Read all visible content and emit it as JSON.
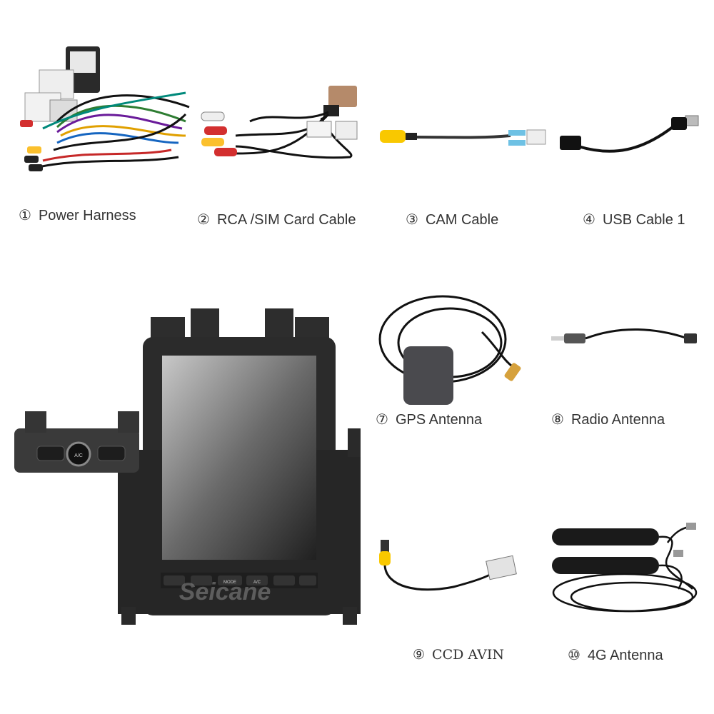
{
  "items": [
    {
      "num": "①",
      "label": "Power Harness"
    },
    {
      "num": "②",
      "label": "RCA /SIM Card Cable"
    },
    {
      "num": "③",
      "label": "CAM Cable"
    },
    {
      "num": "④",
      "label": "USB Cable 1"
    },
    {
      "num": "⑦",
      "label": "GPS Antenna"
    },
    {
      "num": "⑧",
      "label": "Radio Antenna"
    },
    {
      "num": "⑨",
      "label": "CCD AVIN"
    },
    {
      "num": "⑩",
      "label": "4G Antenna"
    }
  ],
  "head_unit": {
    "watermark": "Seicane",
    "buttons": [
      "MODE",
      "A/C"
    ],
    "knob_label": "A/C"
  }
}
